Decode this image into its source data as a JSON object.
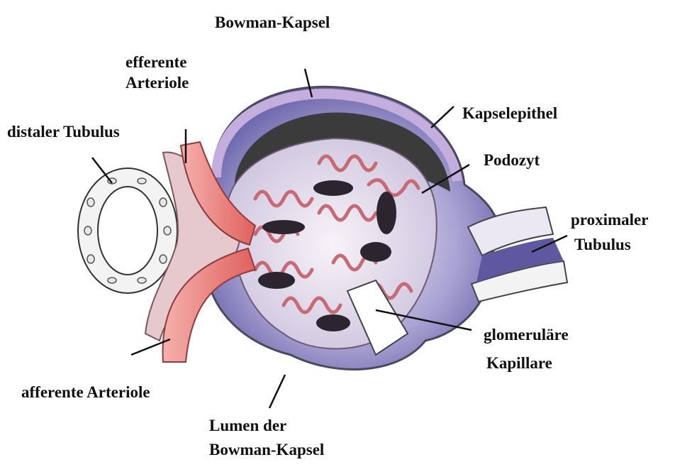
{
  "labels": {
    "bowman_kapsel": "Bowman-Kapsel",
    "efferente_line1": "efferente",
    "efferente_line2": "Arteriole",
    "distaler_tubulus": "distaler Tubulus",
    "kapselepithel": "Kapselepithel",
    "podozyt": "Podozyt",
    "proximaler_line1": "proximaler",
    "proximaler_line2": "Tubulus",
    "glomerulaere_line1": "glomeruläre",
    "glomerulaere_line2": "Kapillare",
    "afferente_arteriole": "afferente Arteriole",
    "lumen_line1": "Lumen der",
    "lumen_line2": "Bowman-Kapsel"
  },
  "colors": {
    "capsule_purple": "#b9a3d6",
    "lumen_blue": "#7b73b8",
    "dark_space": "#3a3a3a",
    "capillary_pink": "#e7a7a9",
    "arteriole_red": "#e86e6a",
    "podocyte_white": "#f6f2f6"
  }
}
